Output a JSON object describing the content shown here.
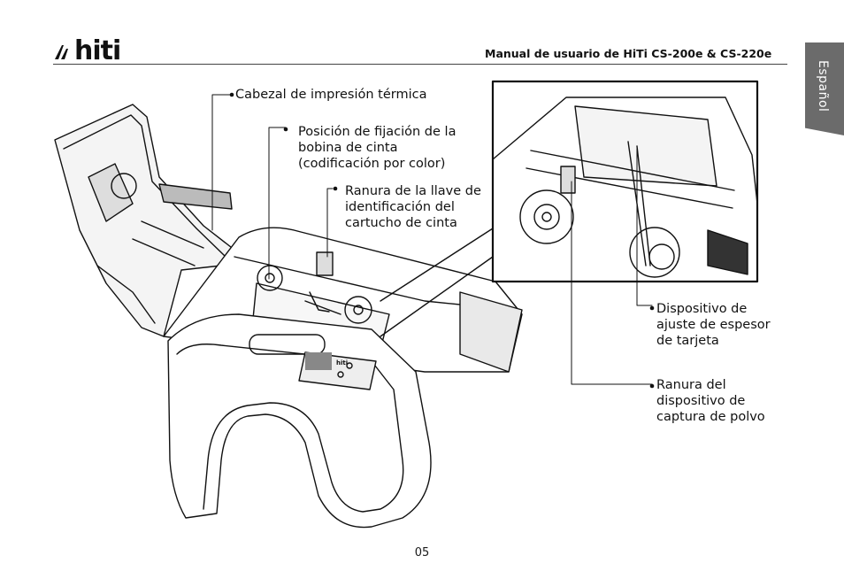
{
  "brand": "hiti",
  "header": {
    "title": "Manual de usuario de HiTi CS-200e & CS-220e"
  },
  "language_tab": "Español",
  "callouts": {
    "thermal_head": "Cabezal de impresión térmica",
    "ribbon_spindle_1": "Posición de fijación de la",
    "ribbon_spindle_2": "bobina de cinta",
    "ribbon_spindle_3": "(codificación por color)",
    "id_key_slot_1": "Ranura de la llave de",
    "id_key_slot_2": "identificación del",
    "id_key_slot_3": "cartucho de cinta",
    "thickness_1": "Dispositivo de",
    "thickness_2": "ajuste de espesor",
    "thickness_3": "de tarjeta",
    "dust_1": "Ranura del",
    "dust_2": "dispositivo de",
    "dust_3": "captura de polvo"
  },
  "device_panel_logo": "hiti",
  "page_number": "05"
}
